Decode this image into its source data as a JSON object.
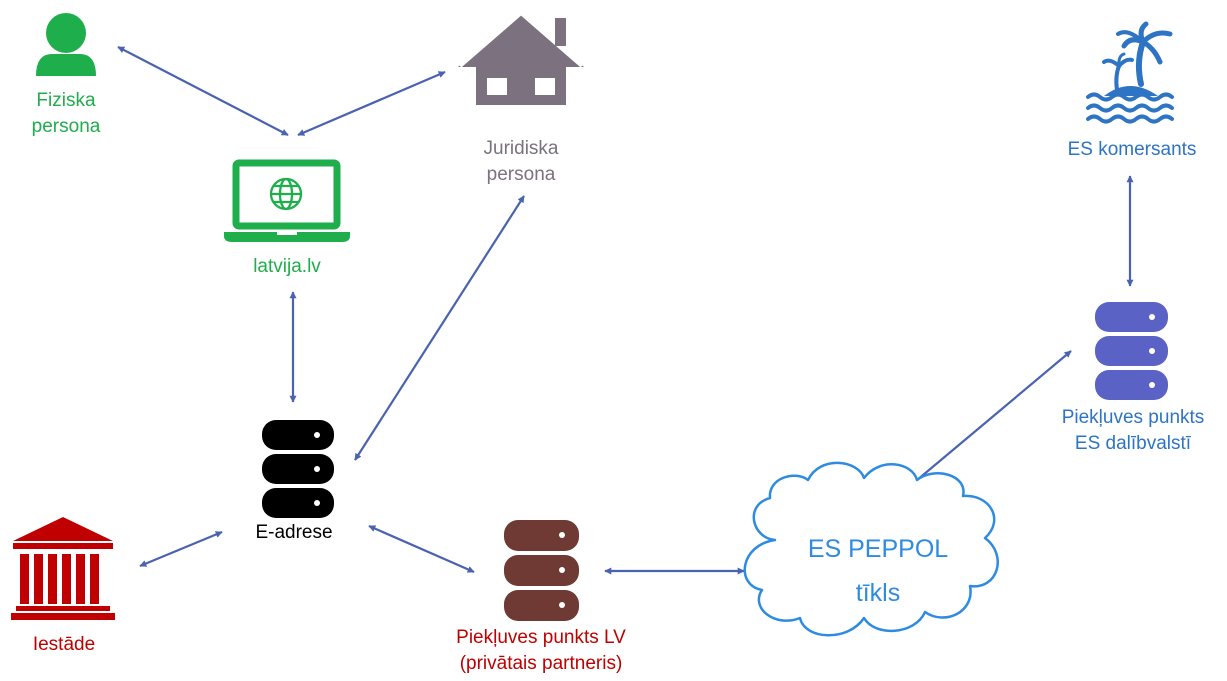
{
  "colors": {
    "arrow": "#4a62b0",
    "green": "#1fae4c",
    "gray": "#7b717f",
    "black": "#000000",
    "red": "#c00000",
    "brown": "#6e3a33",
    "blue": "#2e74c4",
    "purple": "#5b62c6",
    "cloud_stroke": "#2e8be0"
  },
  "icons": {
    "person": "person-icon",
    "house": "house-icon",
    "laptop": "laptop-globe-icon",
    "island": "palm-island-icon",
    "database": "database-icon",
    "institution": "institution-building-icon",
    "cloud": "cloud-icon"
  },
  "nodes": {
    "fiziska": {
      "line1": "Fiziska",
      "line2": "persona"
    },
    "juridiska": {
      "line1": "Juridiska",
      "line2": "persona"
    },
    "latvija": {
      "label": "latvija.lv"
    },
    "komersants": {
      "label": "ES komersants"
    },
    "piekluves_es": {
      "line1": "Piekļuves punkts",
      "line2": "ES dalībvalstī"
    },
    "eadrese": {
      "label": "E-adrese"
    },
    "iestade": {
      "label": "Iestāde"
    },
    "piekluves_lv": {
      "line1": "Piekļuves punkts LV",
      "line2": "(privātais partneris)"
    },
    "peppol": {
      "line1": "ES PEPPOL",
      "line2": "tīkls"
    }
  }
}
